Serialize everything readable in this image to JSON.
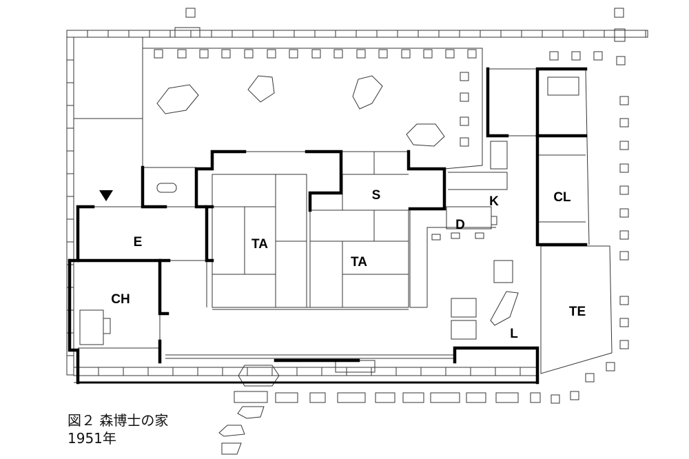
{
  "rooms": {
    "entrance": "E",
    "child": "CH",
    "tatami1": "TA",
    "tatami2": "TA",
    "storage": "S",
    "kitchen": "K",
    "dining": "D",
    "living": "L",
    "closet": "CL",
    "terrace": "TE"
  },
  "caption": {
    "line1": "図２ 森博士の家",
    "line2": "1951年"
  }
}
